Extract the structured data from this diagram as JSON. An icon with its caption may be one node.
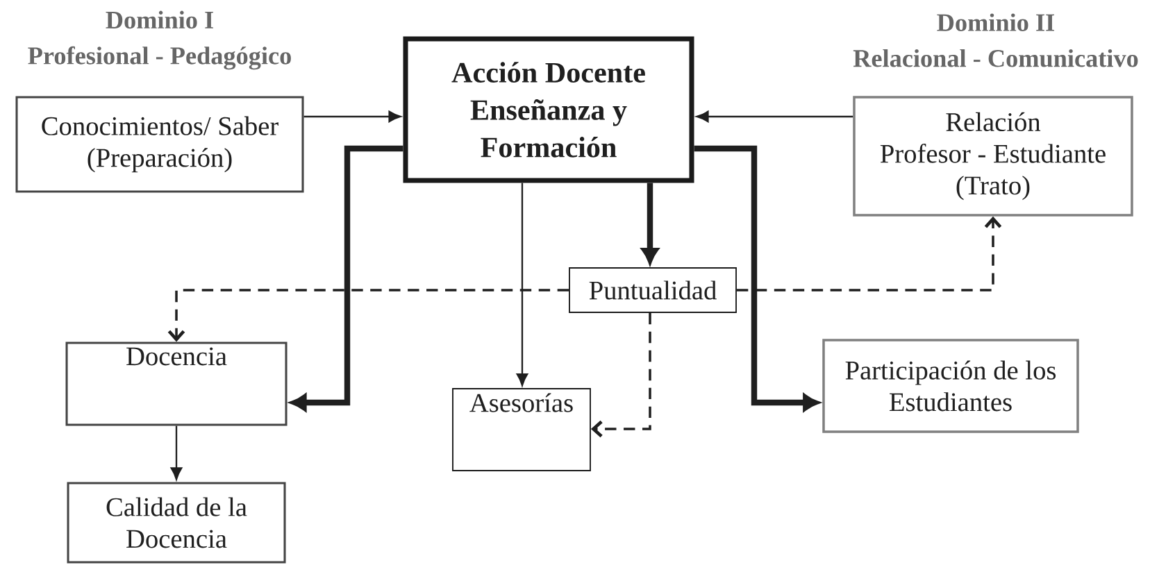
{
  "diagram": {
    "nodes": [
      {
        "text": [
          "Conocimientos/ Saber (Preparación)"
        ]
      },
      {
        "text": [
          "Acción Docente Enseñanza y Formación"
        ]
      },
      {
        "text": [
          "Relación Profesor - Estudiante (Trato)"
        ]
      },
      {
        "text": [
          "Puntualidad"
        ]
      },
      {
        "text": [
          "Docencia"
        ]
      },
      {
        "text": [
          "Asesorías"
        ]
      },
      {
        "text": [
          "Participación de los Estudiantes"
        ]
      },
      {
        "text": [
          "Calidad de la Docencia"
        ]
      }
    ],
    "edges": [
      {
        "from": 0,
        "to": 1,
        "arrow": "to"
      },
      {
        "from": 2,
        "to": 1,
        "arrow": "to"
      },
      {
        "from": 1,
        "to": 4,
        "arrow": "to",
        "style": "thick"
      },
      {
        "from": 1,
        "to": 5,
        "arrow": "to"
      },
      {
        "from": 1,
        "to": 3,
        "arrow": "to",
        "style": "thick"
      },
      {
        "from": 1,
        "to": 6,
        "arrow": "to",
        "style": "thick"
      },
      {
        "from": 3,
        "to": 4,
        "arrow": "to",
        "style": "dashed"
      },
      {
        "from": 3,
        "to": 2,
        "arrow": "to",
        "style": "dashed"
      },
      {
        "from": 3,
        "to": 5,
        "arrow": "to",
        "style": "dashed"
      },
      {
        "from": 4,
        "to": 7,
        "arrow": "to"
      }
    ],
    "labels": [
      "Dominio I Profesional - Pedagógico",
      "Dominio II Relacional - Comunicativo"
    ]
  }
}
